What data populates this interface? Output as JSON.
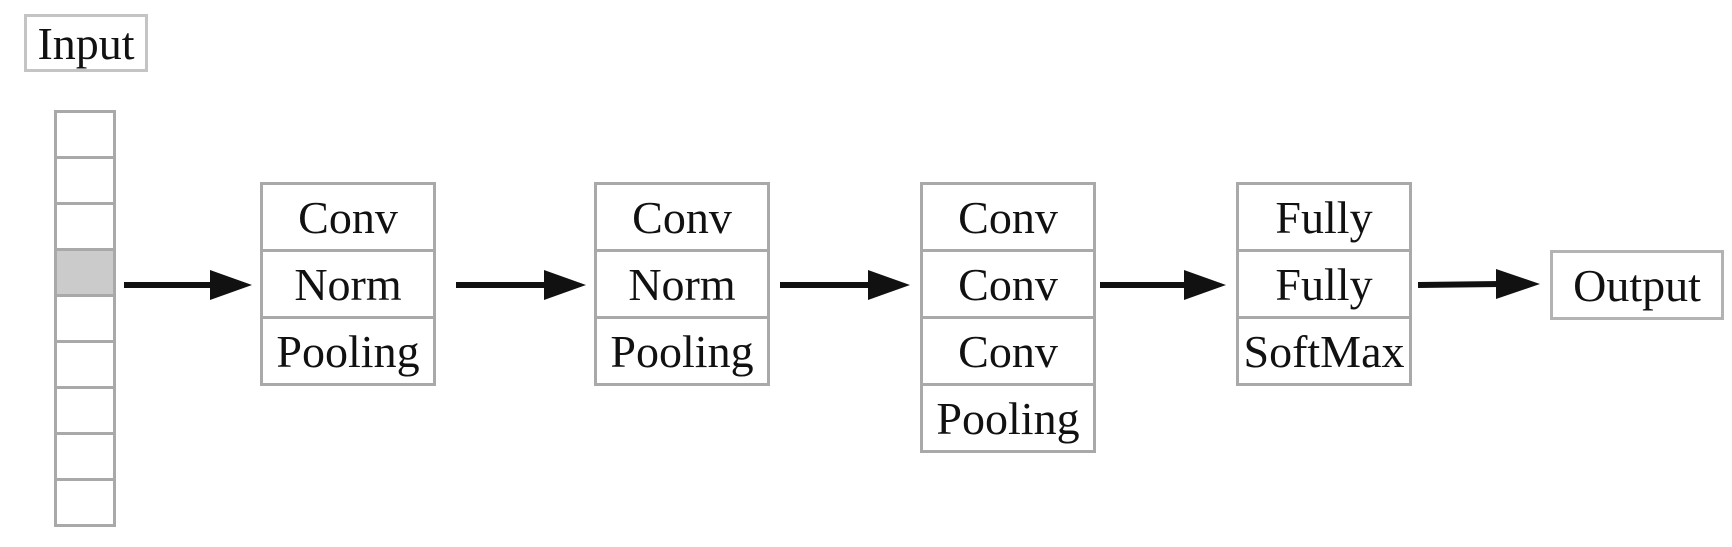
{
  "input": {
    "label": "Input",
    "cells": [
      false,
      false,
      false,
      true,
      false,
      false,
      false,
      false,
      false
    ]
  },
  "stages": [
    {
      "layers": [
        "Conv",
        "Norm",
        "Pooling"
      ]
    },
    {
      "layers": [
        "Conv",
        "Norm",
        "Pooling"
      ]
    },
    {
      "layers": [
        "Conv",
        "Conv",
        "Conv",
        "Pooling"
      ]
    },
    {
      "layers": [
        "Fully",
        "Fully",
        "SoftMax"
      ]
    }
  ],
  "output": {
    "label": "Output"
  },
  "colors": {
    "border": "#a9a9a9",
    "highlight_cell": "#cbcbcb",
    "arrow": "#111111"
  }
}
